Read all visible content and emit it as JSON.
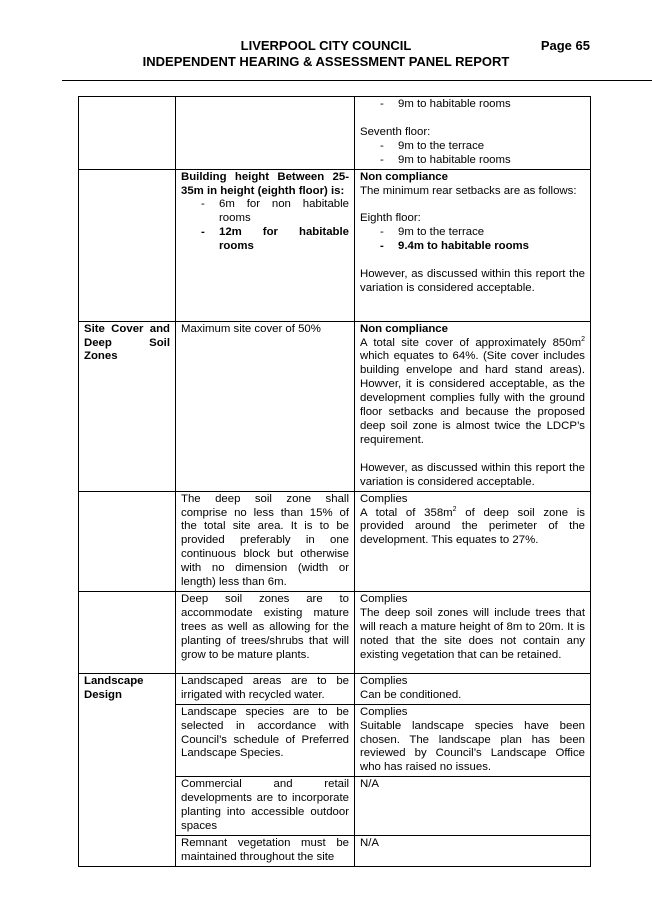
{
  "header": {
    "title": "LIVERPOOL CITY COUNCIL",
    "page": "Page 65",
    "subtitle": "INDEPENDENT HEARING & ASSESSMENT PANEL REPORT"
  },
  "table": {
    "r1": {
      "c3_item1": "9m to habitable rooms",
      "c3_heading": "Seventh floor:",
      "c3_item2": "9m to the terrace",
      "c3_item3": "9m to habitable rooms"
    },
    "r2": {
      "c2_heading": "Building height Between 25-35m in height (eighth floor) is:",
      "c2_item1": "6m for non habitable rooms",
      "c2_item2": "12m for habitable rooms",
      "c3_heading": "Non compliance",
      "c3_intro": "The minimum rear setbacks are as follows:",
      "c3_floor": "Eighth floor:",
      "c3_item1": "9m to the terrace",
      "c3_item2": "9.4m to habitable rooms",
      "c3_note": "However, as discussed within this report the variation is considered acceptable."
    },
    "r3": {
      "c1": "Site Cover and Deep Soil Zones",
      "c2": "Maximum site cover of 50%",
      "c3_heading": "Non compliance",
      "c3_pre": "A total site cover of approximately 850m",
      "c3_sup": "2",
      "c3_post": " which equates to 64%. (Site cover includes building envelope and hard stand areas). Howver, it is considered acceptable, as the development complies fully with the ground floor setbacks and because the proposed deep soil zone is almost twice the LDCP’s requirement.",
      "c3_note": "However, as discussed within this report the variation is considered acceptable."
    },
    "r4": {
      "c2": "The deep soil zone shall comprise no less than 15% of the total site area. It is to be provided preferably in one continuous block but otherwise with no dimension (width or length) less than 6m.",
      "c3_heading": "Complies",
      "c3_pre": "A total of 358m",
      "c3_sup": "2",
      "c3_post": " of deep soil zone is provided around the perimeter of the development. This equates to 27%."
    },
    "r5": {
      "c2": "Deep soil zones are to accommodate existing mature trees as well as allowing for the planting of trees/shrubs that will grow to be mature plants.",
      "c3_heading": "Complies",
      "c3_body": "The deep soil zones will include trees that will reach a mature height of 8m to 20m. It is noted that the site does not contain any existing vegetation that can be retained."
    },
    "r6": {
      "c1": "Landscape Design",
      "c2": "Landscaped areas are to be irrigated with recycled water.",
      "c3_heading": "Complies",
      "c3_body": "Can be conditioned."
    },
    "r7": {
      "c2": "Landscape species are to be selected in accordance with Council’s schedule of Preferred Landscape Species.",
      "c3_heading": "Complies",
      "c3_body": "Suitable landscape species have been chosen. The landscape plan has been reviewed by Council’s Landscape Office who has raised no issues."
    },
    "r8": {
      "c2": "Commercial and retail developments are to incorporate planting into accessible outdoor spaces",
      "c3": "N/A"
    },
    "r9": {
      "c2": "Remnant vegetation must be maintained throughout the site",
      "c3": "N/A"
    }
  }
}
